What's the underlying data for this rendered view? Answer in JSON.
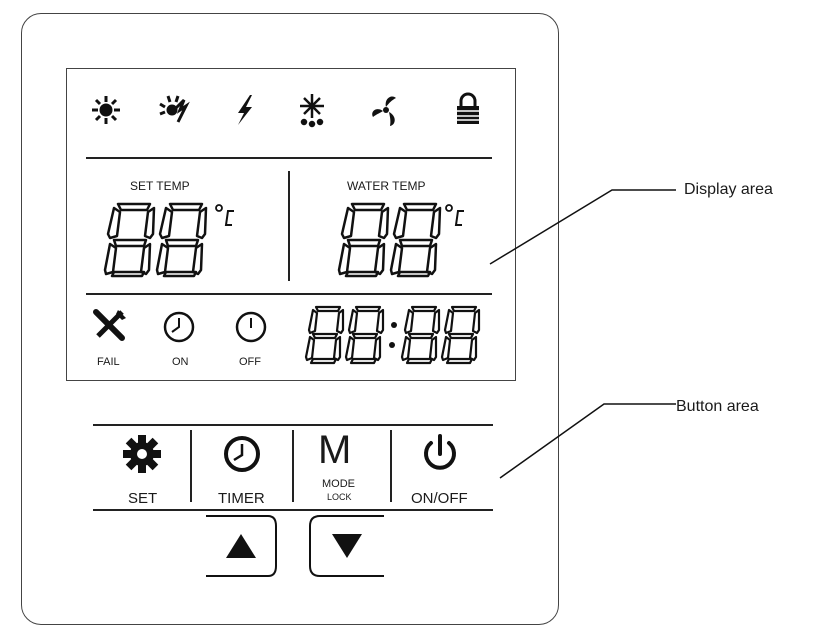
{
  "display": {
    "set_temp_label": "SET TEMP",
    "water_temp_label": "WATER TEMP",
    "set_temp_value": "88",
    "water_temp_value": "88",
    "unit": "°C",
    "time_value": "88:88",
    "fail_label": "FAIL",
    "on_label": "ON",
    "off_label": "OFF",
    "mode_icons": [
      "heat-icon",
      "auto-heat-icon",
      "electric-heater-icon",
      "defrost-icon",
      "fan-icon",
      "lock-icon"
    ]
  },
  "buttons": {
    "set_label": "SET",
    "timer_label": "TIMER",
    "mode_glyph": "M",
    "mode_label": "MODE",
    "lock_label": "LOCK",
    "onoff_label": "ON/OFF"
  },
  "callouts": {
    "display_area": "Display area",
    "button_area": "Button area"
  }
}
